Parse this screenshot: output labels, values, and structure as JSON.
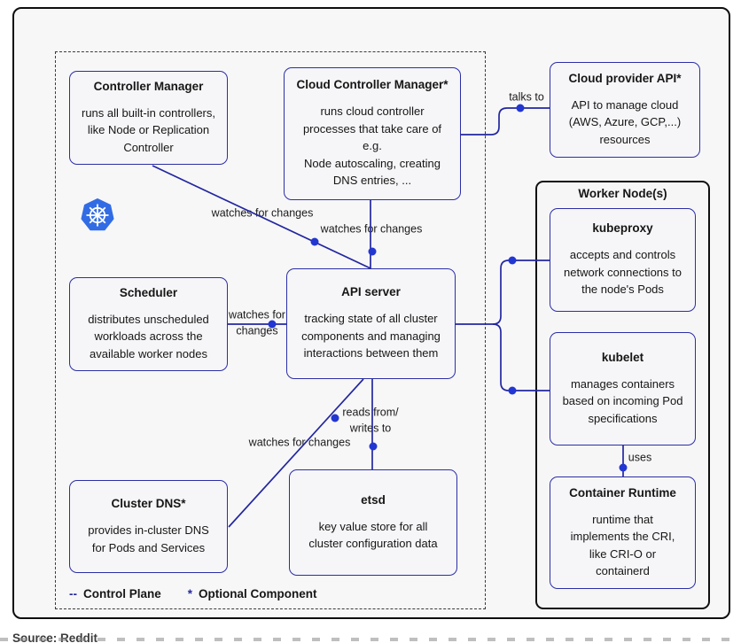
{
  "nodes": {
    "controller_manager": {
      "title": "Controller Manager",
      "body": "runs all built-in controllers,\nlike Node or Replication\nController"
    },
    "cloud_controller_manager": {
      "title": "Cloud Controller Manager*",
      "body": "runs cloud controller\nprocesses that take care of\ne.g.\nNode autoscaling, creating\nDNS entries, ..."
    },
    "cloud_provider_api": {
      "title": "Cloud provider API*",
      "body": "API to manage cloud\n(AWS, Azure, GCP,...)\nresources"
    },
    "scheduler": {
      "title": "Scheduler",
      "body": "distributes unscheduled\nworkloads across the\navailable worker nodes"
    },
    "api_server": {
      "title": "API server",
      "body": "tracking state of all cluster\ncomponents and managing\ninteractions between them"
    },
    "cluster_dns": {
      "title": "Cluster DNS*",
      "body": "provides in-cluster DNS\nfor Pods and Services"
    },
    "etsd": {
      "title": "etsd",
      "body": "key value store for all\ncluster configuration data"
    },
    "kubeproxy": {
      "title": "kubeproxy",
      "body": "accepts and controls\nnetwork connections to\nthe node's Pods"
    },
    "kubelet": {
      "title": "kubelet",
      "body": "manages containers\nbased on incoming Pod\nspecifications"
    },
    "container_runtime": {
      "title": "Container Runtime",
      "body": "runtime that\nimplements the CRI,\nlike CRI-O or\ncontainerd"
    }
  },
  "groups": {
    "worker_node_title": "Worker Node(s)"
  },
  "edge_labels": {
    "talks_to": "talks to",
    "cm_watches": "watches for changes",
    "ccm_watches": "watches for changes",
    "scheduler_watches": "watches for\nchanges",
    "reads_writes": "reads from/\nwrites to",
    "dns_watches": "watches for changes",
    "uses": "uses"
  },
  "legend": {
    "dash": "--",
    "control_plane": "Control Plane",
    "asterisk": "*",
    "optional": "Optional Component"
  },
  "caption": "Source: Reddit",
  "colors": {
    "wire_navy": "#23279f",
    "box_border_navy": "#2b2ea6",
    "dot_blue": "#2236d1",
    "kubernetes_blue": "#326CE5"
  }
}
